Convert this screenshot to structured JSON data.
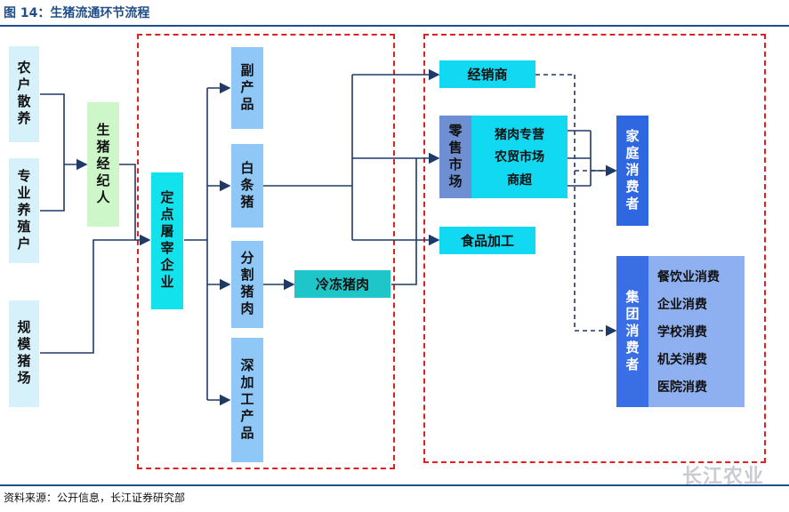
{
  "title": "图 14：生猪流通环节流程",
  "source": "资料来源：公开信息，长江证券研究部",
  "watermark": "长江农业",
  "nodes": {
    "farm_household": "农户散养",
    "farm_specialized": "专业养殖户",
    "farm_scale": "规模猪场",
    "broker": "生猪经纪人",
    "slaughter": "定点屠宰企业",
    "byproduct": "副产品",
    "white_pork": "白条猪",
    "cut_pork": "分割猪肉",
    "deep_processed": "深加工产品",
    "frozen_pork": "冷冻猪肉",
    "distributor": "经销商",
    "retail_market": "零售市场",
    "retail_items": [
      "猪肉专营",
      "农贸市场",
      "商超"
    ],
    "food_processing": "食品加工",
    "household_consumers": "家庭消费者",
    "group_consumers": "集团消费者",
    "group_items": [
      "餐饮业消费",
      "企业消费",
      "学校消费",
      "机关消费",
      "医院消费"
    ]
  },
  "colors": {
    "title_blue": "#1f4e8c",
    "dash_red": "#e02020",
    "arrow_navy": "#1f3a68"
  }
}
